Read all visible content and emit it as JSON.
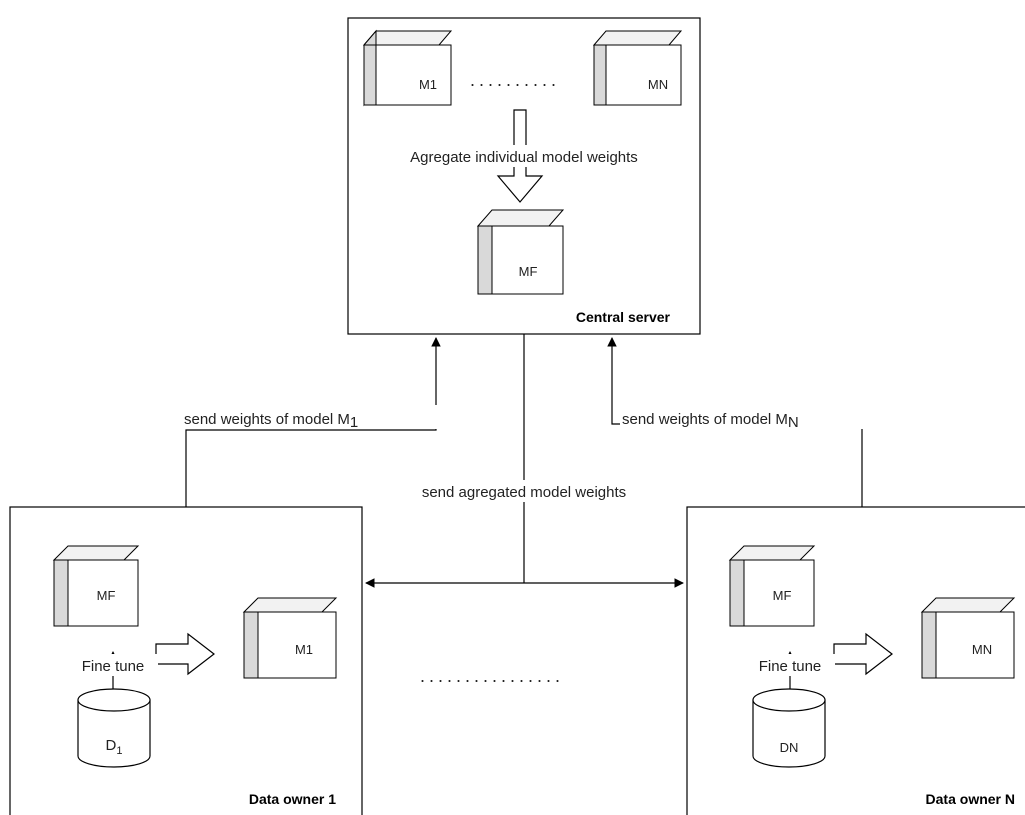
{
  "central": {
    "title": "Central server",
    "models": [
      "M1",
      "MN"
    ],
    "aggregate_label": "Agregate individual model weights",
    "final_model": "MF"
  },
  "owner1": {
    "title": "Data owner 1",
    "base_model": "MF",
    "local_model": "M1",
    "fine_tune_label": "Fine tune",
    "dataset_main": "D",
    "dataset_sub": "1"
  },
  "ownerN": {
    "title": "Data owner N",
    "base_model": "MF",
    "local_model": "MN",
    "fine_tune_label": "Fine tune",
    "dataset": "DN"
  },
  "edges": {
    "send_m1_main": "send weights of model M",
    "send_m1_sub": "1",
    "send_mn_main": "send weights of model M",
    "send_mn_sub": "N",
    "send_aggregated": "send agregated model weights"
  },
  "ellipsis": "................"
}
